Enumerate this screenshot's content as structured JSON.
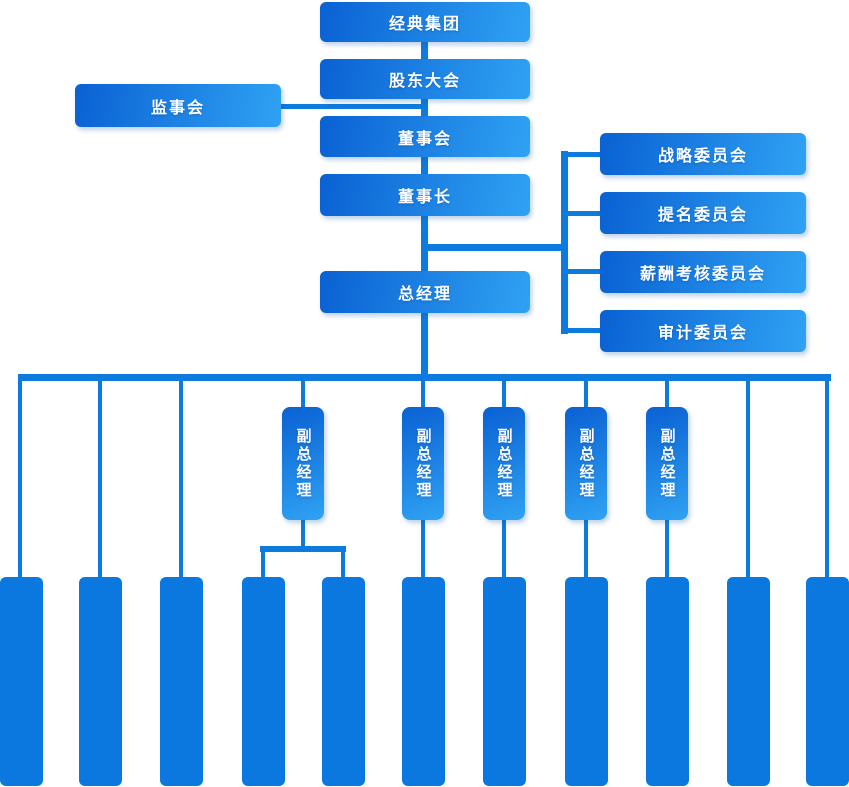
{
  "diagram": {
    "type": "org-chart",
    "nodes": {
      "root": "经典集团",
      "shareholders": "股东大会",
      "supervisory": "监事会",
      "board": "董事会",
      "chairman": "董事长",
      "general_manager": "总经理",
      "committees": [
        "战略委员会",
        "提名委员会",
        "薪酬考核委员会",
        "审计委员会"
      ],
      "deputies": [
        "副总经理",
        "副总经理",
        "副总经理",
        "副总经理",
        "副总经理"
      ],
      "departments": {
        "count": 11,
        "label": ""
      }
    }
  },
  "colors": {
    "gradient_start": "#0a61d3",
    "gradient_end": "#2fa2f3",
    "line": "#0d7ade",
    "department_fill": "#0a78de",
    "text": "#ffffff",
    "background": "#ffffff"
  }
}
